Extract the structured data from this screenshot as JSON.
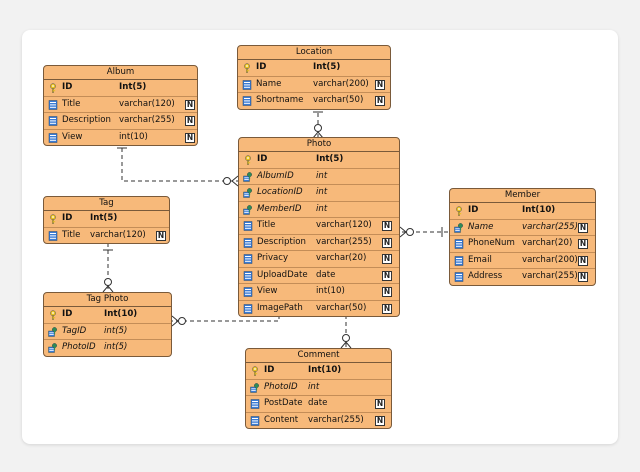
{
  "entities": {
    "location": {
      "title": "Location",
      "rows": [
        {
          "name": "ID",
          "type": "Int(5)",
          "key": "pk",
          "nullable": ""
        },
        {
          "name": "Name",
          "type": "varchar(200)",
          "key": "col",
          "nullable": "N"
        },
        {
          "name": "Shortname",
          "type": "varchar(50)",
          "key": "col",
          "nullable": "N"
        }
      ]
    },
    "album": {
      "title": "Album",
      "rows": [
        {
          "name": "ID",
          "type": "Int(5)",
          "key": "pk",
          "nullable": ""
        },
        {
          "name": "Title",
          "type": "varchar(120)",
          "key": "col",
          "nullable": "N"
        },
        {
          "name": "Description",
          "type": "varchar(255)",
          "key": "col",
          "nullable": "N"
        },
        {
          "name": "View",
          "type": "int(10)",
          "key": "col",
          "nullable": "N"
        }
      ]
    },
    "photo": {
      "title": "Photo",
      "rows": [
        {
          "name": "ID",
          "type": "Int(5)",
          "key": "pk",
          "nullable": ""
        },
        {
          "name": "AlbumID",
          "type": "int",
          "key": "fk",
          "nullable": ""
        },
        {
          "name": "LocationID",
          "type": "int",
          "key": "fk",
          "nullable": ""
        },
        {
          "name": "MemberID",
          "type": "int",
          "key": "fk",
          "nullable": ""
        },
        {
          "name": "Title",
          "type": "varchar(120)",
          "key": "col",
          "nullable": "N"
        },
        {
          "name": "Description",
          "type": "varchar(255)",
          "key": "col",
          "nullable": "N"
        },
        {
          "name": "Privacy",
          "type": "varchar(20)",
          "key": "col",
          "nullable": "N"
        },
        {
          "name": "UploadDate",
          "type": "date",
          "key": "col",
          "nullable": "N"
        },
        {
          "name": "View",
          "type": "int(10)",
          "key": "col",
          "nullable": "N"
        },
        {
          "name": "ImagePath",
          "type": "varchar(50)",
          "key": "col",
          "nullable": "N"
        }
      ]
    },
    "tag": {
      "title": "Tag",
      "rows": [
        {
          "name": "ID",
          "type": "Int(5)",
          "key": "pk",
          "nullable": ""
        },
        {
          "name": "Title",
          "type": "varchar(120)",
          "key": "col",
          "nullable": "N"
        }
      ]
    },
    "tagphoto": {
      "title": "Tag Photo",
      "rows": [
        {
          "name": "ID",
          "type": "Int(10)",
          "key": "pk",
          "nullable": ""
        },
        {
          "name": "TagID",
          "type": "int(5)",
          "key": "fk",
          "nullable": ""
        },
        {
          "name": "PhotoID",
          "type": "int(5)",
          "key": "fk",
          "nullable": ""
        }
      ]
    },
    "member": {
      "title": "Member",
      "rows": [
        {
          "name": "ID",
          "type": "Int(10)",
          "key": "pk",
          "nullable": ""
        },
        {
          "name": "Name",
          "type": "varchar(255)",
          "key": "fk",
          "nullable": "N"
        },
        {
          "name": "PhoneNum",
          "type": "varchar(20)",
          "key": "col",
          "nullable": "N"
        },
        {
          "name": "Email",
          "type": "varchar(200)",
          "key": "col",
          "nullable": "N"
        },
        {
          "name": "Address",
          "type": "varchar(255)",
          "key": "col",
          "nullable": "N"
        }
      ]
    },
    "comment": {
      "title": "Comment",
      "rows": [
        {
          "name": "ID",
          "type": "Int(10)",
          "key": "pk",
          "nullable": ""
        },
        {
          "name": "PhotoID",
          "type": "int",
          "key": "fk",
          "nullable": ""
        },
        {
          "name": "PostDate",
          "type": "date",
          "key": "col",
          "nullable": "N"
        },
        {
          "name": "Content",
          "type": "varchar(255)",
          "key": "col",
          "nullable": "N"
        }
      ]
    }
  },
  "relationships": [
    {
      "from": "Location",
      "to": "Photo",
      "cardinality": "one-to-many"
    },
    {
      "from": "Album",
      "to": "Photo",
      "cardinality": "one-to-many"
    },
    {
      "from": "Member",
      "to": "Photo",
      "cardinality": "one-to-many"
    },
    {
      "from": "Tag",
      "to": "Tag Photo",
      "cardinality": "one-to-many"
    },
    {
      "from": "Photo",
      "to": "Tag Photo",
      "cardinality": "one-to-many"
    },
    {
      "from": "Photo",
      "to": "Comment",
      "cardinality": "one-to-many"
    }
  ],
  "colors": {
    "entity_fill": "#f7b97a",
    "entity_border": "#7a5a3a",
    "connector": "#333333",
    "pk_key": "#e8c020",
    "fk_key": "#2e8b57",
    "column_icon": "#3a7bd5"
  },
  "icons": {
    "primary_key": "key-icon",
    "foreign_key": "foreign-key-icon",
    "column": "column-icon",
    "nullable": "nullable-icon"
  }
}
